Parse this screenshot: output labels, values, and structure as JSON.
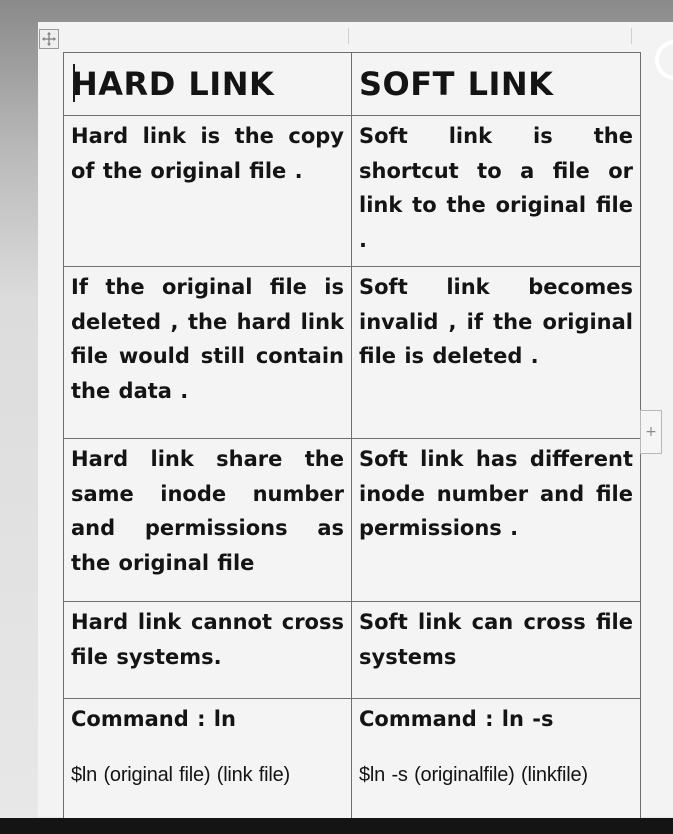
{
  "table": {
    "headers": [
      "HARD LINK",
      "SOFT LINK"
    ],
    "rows": [
      [
        "Hard link is the copy of the original file .",
        "Soft link is the shortcut to a file or link to the original file ."
      ],
      [
        "If the original file is deleted , the hard link file would still contain the data .",
        "Soft link becomes invalid , if the original file is deleted ."
      ],
      [
        "Hard link share the same inode number and permissions as the original file",
        "Soft link has different inode number and file permissions ."
      ],
      [
        "Hard link cannot cross file systems.",
        "Soft link can cross file systems"
      ]
    ],
    "commands": {
      "hard": {
        "title": "Command : ln",
        "example": "$ln (original file) (link file)"
      },
      "soft": {
        "title": "Command : ln -s",
        "example": "$ln -s (originalfile) (linkfile)"
      }
    }
  },
  "controls": {
    "move_handle_icon": "move-arrows-icon",
    "add_column_icon": "plus-icon",
    "add_column_glyph": "+"
  }
}
